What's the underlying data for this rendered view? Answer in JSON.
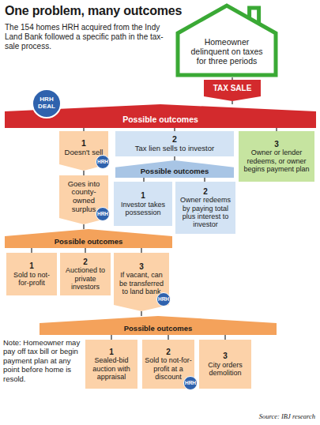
{
  "diagram": {
    "title": "One problem, many outcomes",
    "caption": "The 154 homes HRH acquired from the Indy Land Bank followed a specific path in the tax-sale process.",
    "nodes": [
      {
        "text": [
          "Homeowner delinquent on taxes for three periods"
        ]
      },
      {
        "text": [
          "TAX SALE"
        ]
      },
      {
        "text": [
          "HRH DEAL"
        ]
      },
      {
        "text": [
          "Possible outcomes"
        ]
      },
      {
        "text": [
          "1",
          "Doesn't sell"
        ]
      },
      {
        "text": [
          "HRH"
        ],
        "in": 4
      },
      {
        "text": [
          "2",
          "Tax lien sells to investor"
        ]
      },
      {
        "text": [
          "3",
          "Owner or lender redeems, or owner begins payment plan"
        ]
      },
      {
        "text": [
          "Goes into county-owned surplus"
        ]
      },
      {
        "text": [
          "HRH"
        ],
        "in": 8
      },
      {
        "text": [
          "Possible outcomes"
        ]
      },
      {
        "text": [
          "1",
          "Investor takes possession"
        ]
      },
      {
        "text": [
          "2",
          "Owner redeems by paying total plus interest to investor"
        ]
      },
      {
        "text": [
          "Possible outcomes"
        ]
      },
      {
        "text": [
          "1",
          "Sold to not-for-profit"
        ]
      },
      {
        "text": [
          "2",
          "Auctioned to private investors"
        ]
      },
      {
        "text": [
          "3",
          "If vacant, can be transferred to land bank"
        ]
      },
      {
        "text": [
          "HRH"
        ],
        "in": 16
      },
      {
        "text": [
          "Possible outcomes"
        ]
      },
      {
        "text": [
          "1",
          "Sealed-bid auction with appraisal"
        ]
      },
      {
        "text": [
          "2",
          "Sold to not-for-profit at a discount"
        ]
      },
      {
        "text": [
          "HRH"
        ],
        "in": 20
      },
      {
        "text": [
          "3",
          "City orders demolition"
        ]
      }
    ],
    "edges": [
      {
        "from": 0,
        "to": 1,
        "arrow": "none"
      },
      {
        "from": 1,
        "to": 3,
        "arrow": "none"
      },
      {
        "from": 3,
        "to": 4,
        "arrow": "none"
      },
      {
        "from": 3,
        "to": 6,
        "arrow": "none"
      },
      {
        "from": 3,
        "to": 7,
        "arrow": "none"
      },
      {
        "from": 4,
        "to": 8,
        "arrow": "none"
      },
      {
        "from": 6,
        "to": 10,
        "arrow": "none"
      },
      {
        "from": 10,
        "to": 11,
        "arrow": "none"
      },
      {
        "from": 10,
        "to": 12,
        "arrow": "none"
      },
      {
        "from": 8,
        "to": 13,
        "arrow": "none"
      },
      {
        "from": 13,
        "to": 14,
        "arrow": "none"
      },
      {
        "from": 13,
        "to": 15,
        "arrow": "none"
      },
      {
        "from": 13,
        "to": 16,
        "arrow": "none"
      },
      {
        "from": 16,
        "to": 18,
        "arrow": "none"
      },
      {
        "from": 18,
        "to": 19,
        "arrow": "none"
      },
      {
        "from": 18,
        "to": 20,
        "arrow": "none"
      },
      {
        "from": 18,
        "to": 22,
        "arrow": "none"
      }
    ],
    "labels": [
      "Note: Homeowner may pay off tax bill or begin payment plan at any point before home is resold.",
      "Source: IBJ research"
    ]
  }
}
